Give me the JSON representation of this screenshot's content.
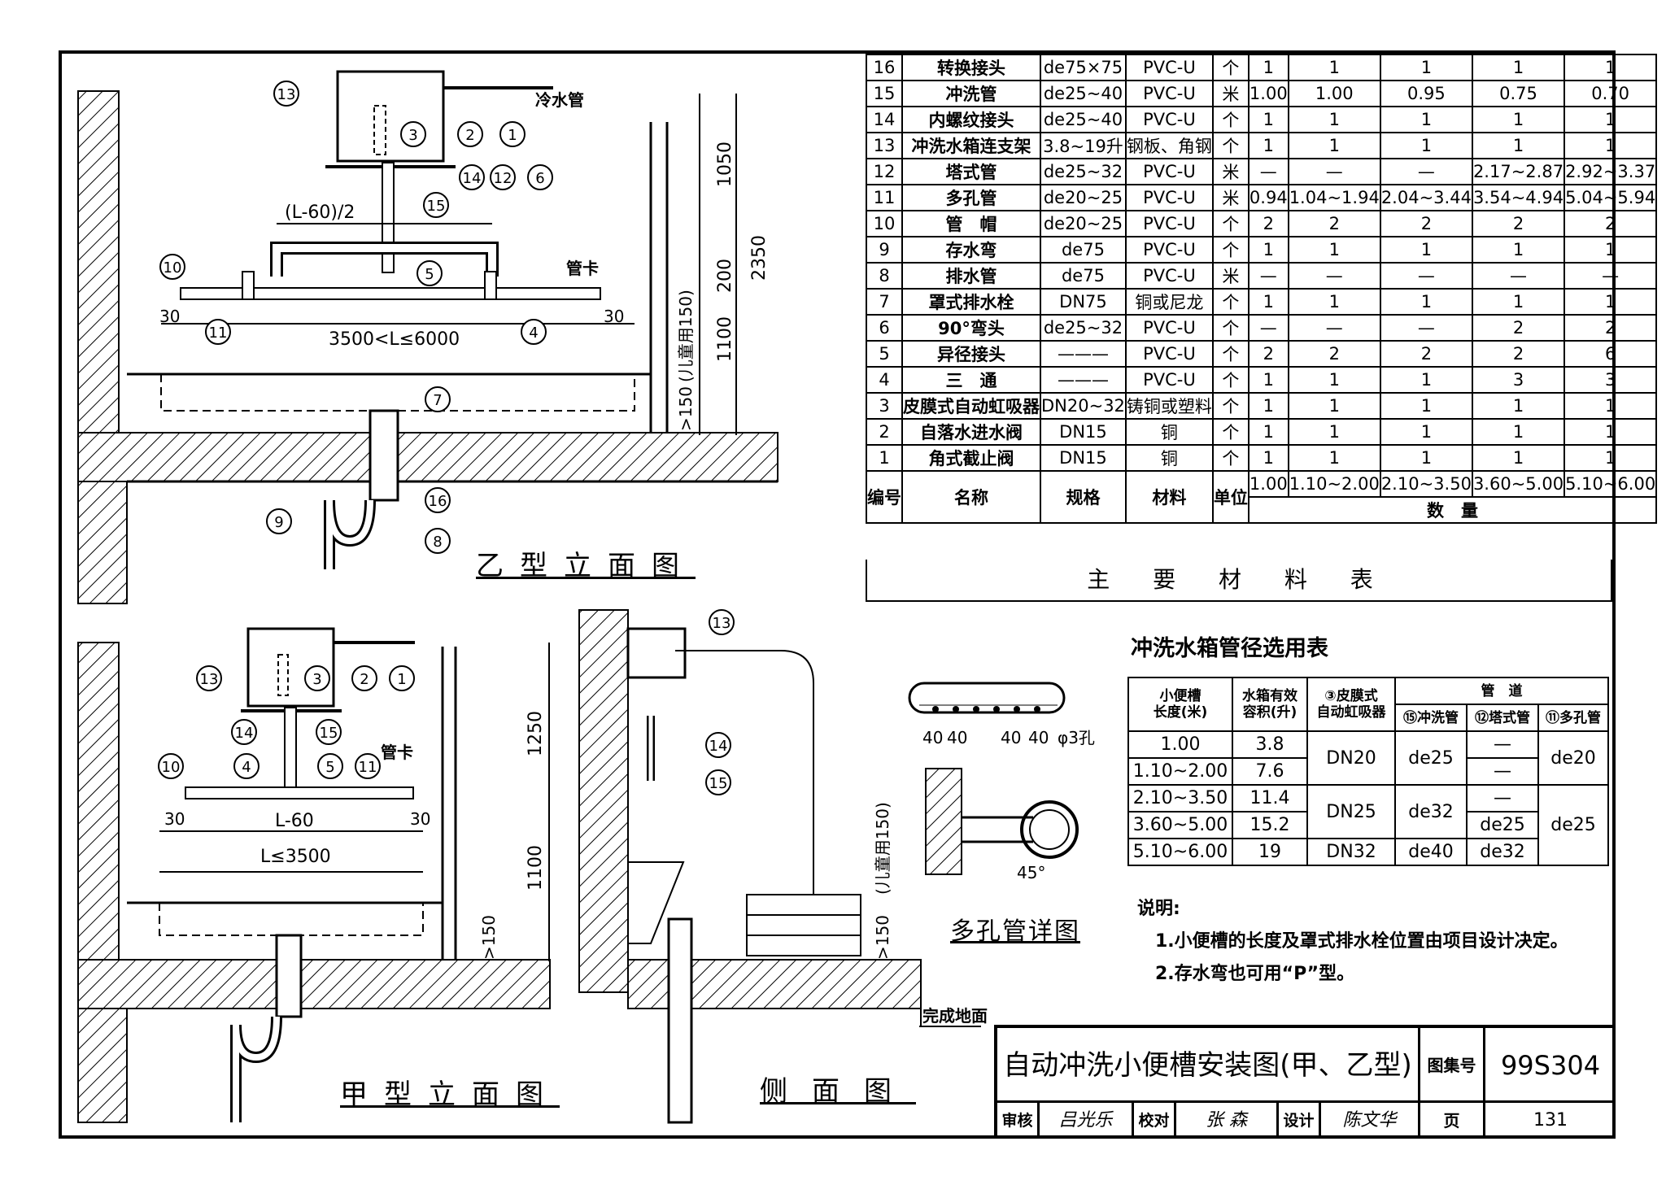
{
  "material_table": {
    "caption": "主 要 材 料 表",
    "header": {
      "no": "编号",
      "name": "名称",
      "spec": "规格",
      "material": "材料",
      "unit": "单位",
      "qty_group": "数　量"
    },
    "length_cols": [
      "1.00",
      "1.10~2.00",
      "2.10~3.50",
      "3.60~5.00",
      "5.10~6.00"
    ],
    "rows": [
      {
        "no": "16",
        "name": "转换接头",
        "spec": "de75×75",
        "mat": "PVC-U",
        "unit": "个",
        "q": [
          "1",
          "1",
          "1",
          "1",
          "1"
        ]
      },
      {
        "no": "15",
        "name": "冲洗管",
        "spec": "de25~40",
        "mat": "PVC-U",
        "unit": "米",
        "q": [
          "1.00",
          "1.00",
          "0.95",
          "0.75",
          "0.70"
        ]
      },
      {
        "no": "14",
        "name": "内螺纹接头",
        "spec": "de25~40",
        "mat": "PVC-U",
        "unit": "个",
        "q": [
          "1",
          "1",
          "1",
          "1",
          "1"
        ]
      },
      {
        "no": "13",
        "name": "冲洗水箱连支架",
        "spec": "3.8~19升",
        "mat": "钢板、角钢",
        "unit": "个",
        "q": [
          "1",
          "1",
          "1",
          "1",
          "1"
        ]
      },
      {
        "no": "12",
        "name": "塔式管",
        "spec": "de25~32",
        "mat": "PVC-U",
        "unit": "米",
        "q": [
          "—",
          "—",
          "—",
          "2.17~2.87",
          "2.92~3.37"
        ]
      },
      {
        "no": "11",
        "name": "多孔管",
        "spec": "de20~25",
        "mat": "PVC-U",
        "unit": "米",
        "q": [
          "0.94",
          "1.04~1.94",
          "2.04~3.44",
          "3.54~4.94",
          "5.04~5.94"
        ]
      },
      {
        "no": "10",
        "name": "管　帽",
        "spec": "de20~25",
        "mat": "PVC-U",
        "unit": "个",
        "q": [
          "2",
          "2",
          "2",
          "2",
          "2"
        ]
      },
      {
        "no": "9",
        "name": "存水弯",
        "spec": "de75",
        "mat": "PVC-U",
        "unit": "个",
        "q": [
          "1",
          "1",
          "1",
          "1",
          "1"
        ]
      },
      {
        "no": "8",
        "name": "排水管",
        "spec": "de75",
        "mat": "PVC-U",
        "unit": "米",
        "q": [
          "—",
          "—",
          "—",
          "—",
          "—"
        ]
      },
      {
        "no": "7",
        "name": "罩式排水栓",
        "spec": "DN75",
        "mat": "铜或尼龙",
        "unit": "个",
        "q": [
          "1",
          "1",
          "1",
          "1",
          "1"
        ]
      },
      {
        "no": "6",
        "name": "90°弯头",
        "spec": "de25~32",
        "mat": "PVC-U",
        "unit": "个",
        "q": [
          "—",
          "—",
          "—",
          "2",
          "2"
        ]
      },
      {
        "no": "5",
        "name": "异径接头",
        "spec": "———",
        "mat": "PVC-U",
        "unit": "个",
        "q": [
          "2",
          "2",
          "2",
          "2",
          "6"
        ]
      },
      {
        "no": "4",
        "name": "三　通",
        "spec": "———",
        "mat": "PVC-U",
        "unit": "个",
        "q": [
          "1",
          "1",
          "1",
          "3",
          "3"
        ]
      },
      {
        "no": "3",
        "name": "皮膜式自动虹吸器",
        "spec": "DN20~32",
        "mat": "铸铜或塑料",
        "unit": "个",
        "q": [
          "1",
          "1",
          "1",
          "1",
          "1"
        ]
      },
      {
        "no": "2",
        "name": "自落水进水阀",
        "spec": "DN15",
        "mat": "铜",
        "unit": "个",
        "q": [
          "1",
          "1",
          "1",
          "1",
          "1"
        ]
      },
      {
        "no": "1",
        "name": "角式截止阀",
        "spec": "DN15",
        "mat": "铜",
        "unit": "个",
        "q": [
          "1",
          "1",
          "1",
          "1",
          "1"
        ]
      }
    ]
  },
  "pipe_table": {
    "title": "冲洗水箱管径选用表",
    "h_length": [
      "小便槽",
      "长度(米)"
    ],
    "h_volume": [
      "水箱有效",
      "容积(升)"
    ],
    "h_siphon": [
      "③皮膜式",
      "自动虹吸器"
    ],
    "h_pipes": "管　道",
    "h_p15": "⑮冲洗管",
    "h_p12": "⑫塔式管",
    "h_p11": "⑪多孔管",
    "lengths": [
      "1.00",
      "1.10~2.00",
      "2.10~3.50",
      "3.60~5.00",
      "5.10~6.00"
    ],
    "volumes": [
      "3.8",
      "7.6",
      "11.4",
      "15.2",
      "19"
    ],
    "siphon": [
      "DN20",
      "DN25",
      "DN32"
    ],
    "flush": [
      "de25",
      "de32",
      "de40"
    ],
    "tower": [
      "—",
      "—",
      "—",
      "de25",
      "de32"
    ],
    "perf": [
      "de20",
      "de25"
    ]
  },
  "notes": {
    "heading": "说明:",
    "items": [
      "1.小便槽的长度及罩式排水栓位置由项目设计决定。",
      "2.存水弯也可用“P”型。"
    ]
  },
  "drawings": {
    "yi_title": "乙型立面图",
    "jia_title": "甲型立面图",
    "side_title": "侧面图",
    "detail_title": "多孔管详图",
    "cold_water": "冷水管",
    "clamp": "管卡",
    "finished_floor": "完成地面",
    "child_note": "(儿童用150)",
    "dim_yi_half": "(L-60)/2",
    "dim_yi_range": "3500<L≤6000",
    "dim_jia_inner": "L-60",
    "dim_jia_range": "L≤3500",
    "dim_30": "30",
    "dim_1050": "1050",
    "dim_200": "200",
    "dim_2350": "2350",
    "dim_1100": "1100",
    "dim_150": ">150",
    "dim_1250": "1250",
    "dim_40": "40",
    "dim_hole": "φ3孔",
    "dim_45": "45°"
  },
  "title_block": {
    "title": "自动冲洗小便槽安装图(甲、乙型)",
    "atlas_label": "图集号",
    "atlas_no": "99S304",
    "review_label": "审核",
    "review_sign": "吕光乐",
    "check_label": "校对",
    "check_sign": "张 森",
    "design_label": "设计",
    "design_sign": "陈文华",
    "page_label": "页",
    "page_no": "131"
  }
}
